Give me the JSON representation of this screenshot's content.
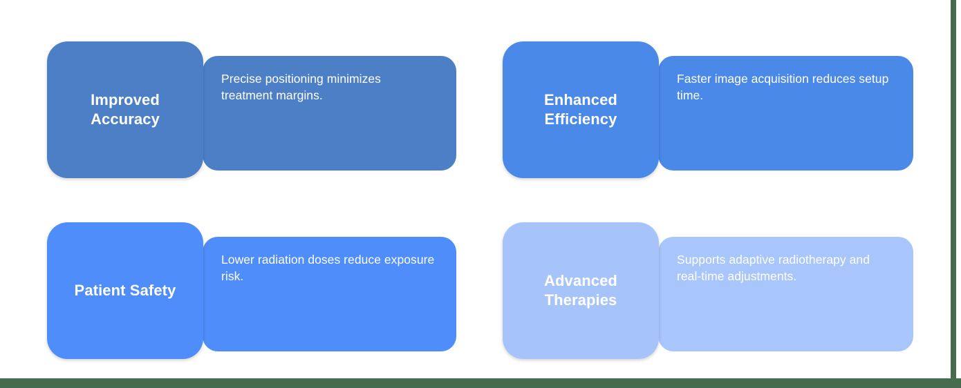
{
  "theme": {
    "accent_green": "#466B4E",
    "page_background": "#ffffff",
    "text_on_card": "#ffffff"
  },
  "cards": [
    {
      "id": "improved-accuracy",
      "label": "Improved\nAccuracy",
      "label_line_1": "Improved",
      "label_line_2": "Accuracy",
      "description": "Precise positioning minimizes treatment margins.",
      "label_color": "#4C7FC6",
      "body_color": "#4C7FC6"
    },
    {
      "id": "enhanced-efficiency",
      "label": "Enhanced\nEfficiency",
      "label_line_1": "Enhanced",
      "label_line_2": "Efficiency",
      "description": "Faster image acquisition reduces setup time.",
      "label_color": "#4A89E8",
      "body_color": "#4A89E8"
    },
    {
      "id": "patient-safety",
      "label": "Patient Safety",
      "label_line_1": "Patient Safety",
      "label_line_2": "",
      "description": "Lower radiation doses reduce exposure risk.",
      "label_color": "#4F8DFA",
      "body_color": "#4F8DFA"
    },
    {
      "id": "advanced-therapies",
      "label": "Advanced\nTherapies",
      "label_line_1": "Advanced",
      "label_line_2": "Therapies",
      "description": "Supports adaptive radiotherapy and real-time adjustments.",
      "label_color": "#A7C4FA",
      "body_color": "#A8C6FB"
    }
  ]
}
